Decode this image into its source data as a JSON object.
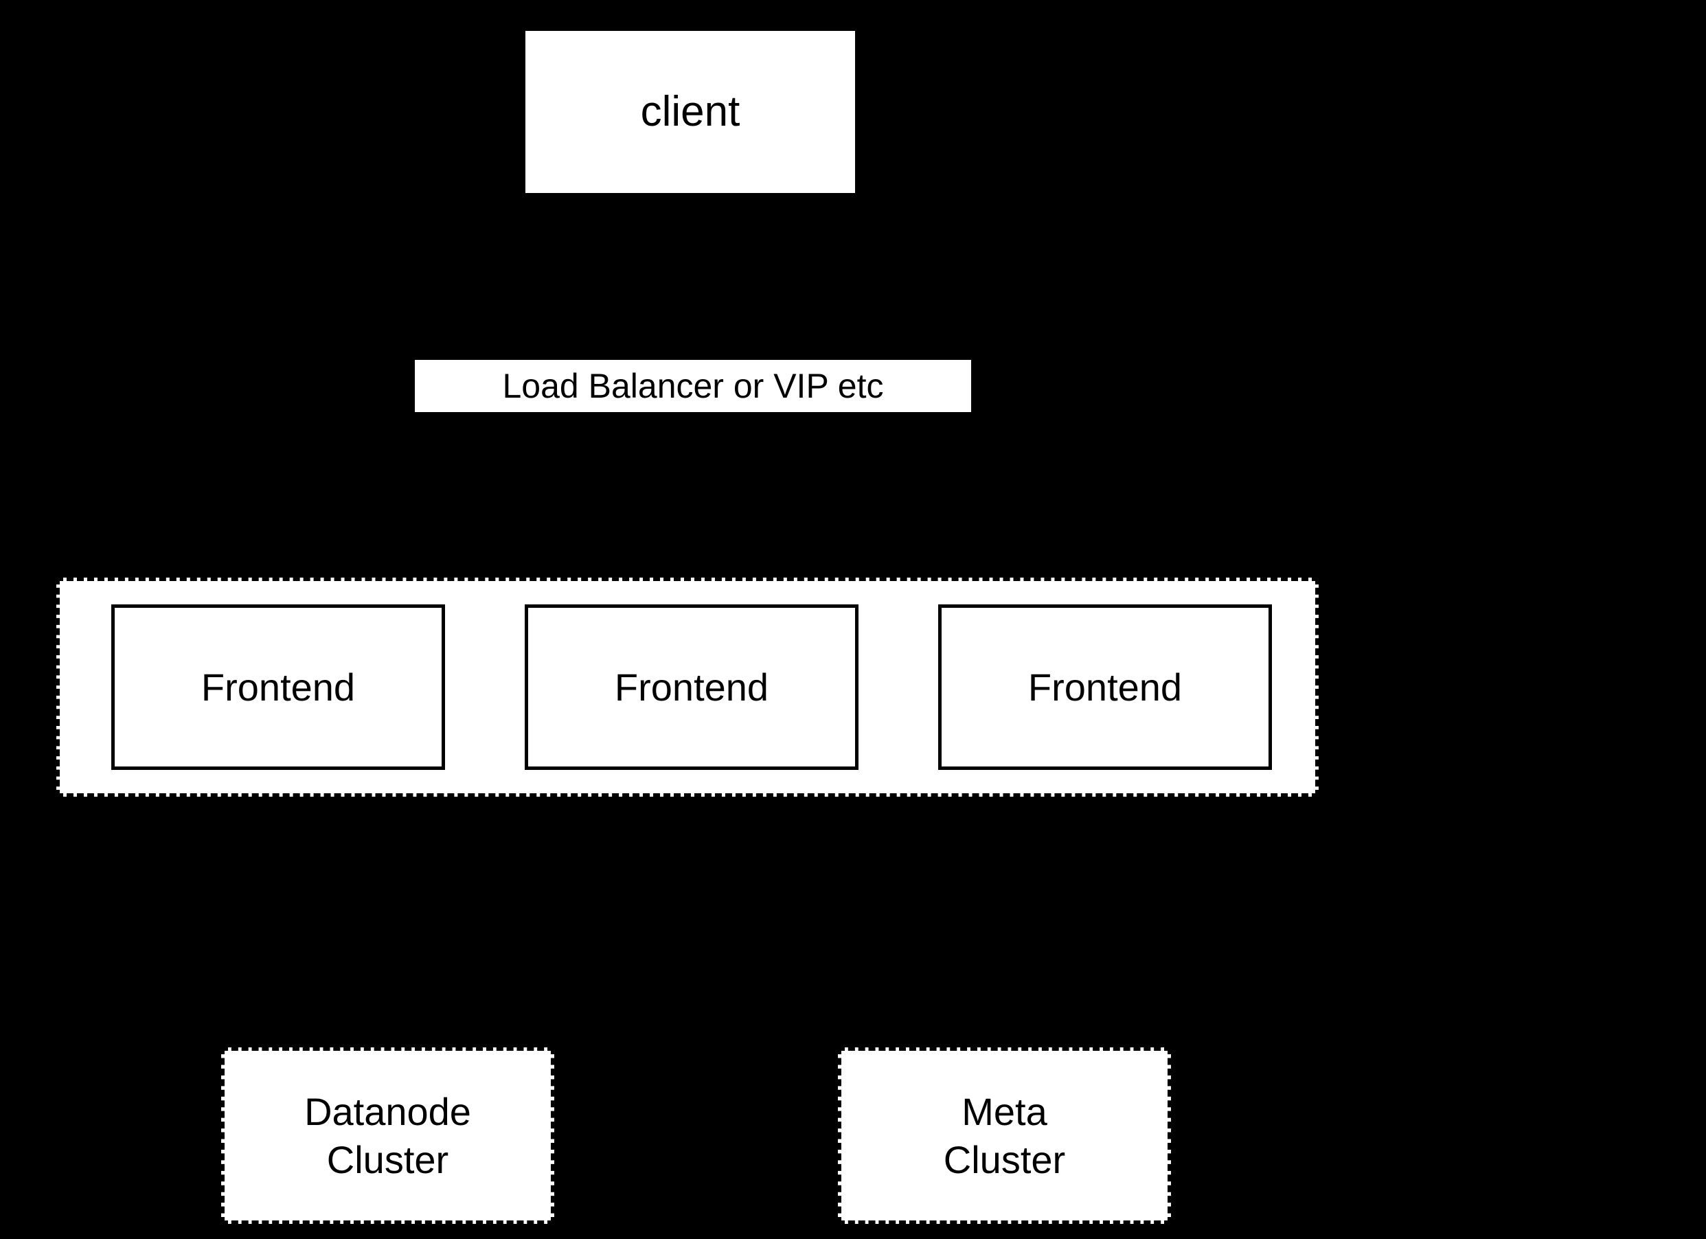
{
  "diagram": {
    "colors": {
      "background": "#000000",
      "node_fill": "#ffffff",
      "node_border": "#000000",
      "text": "#000000"
    },
    "nodes": {
      "client": {
        "label": "client"
      },
      "load_balancer": {
        "label": "Load Balancer or VIP etc"
      },
      "frontends": [
        {
          "label": "Frontend"
        },
        {
          "label": "Frontend"
        },
        {
          "label": "Frontend"
        }
      ],
      "datanode_cluster": {
        "label": "Datanode\nCluster"
      },
      "meta_cluster": {
        "label": "Meta\nCluster"
      }
    }
  }
}
